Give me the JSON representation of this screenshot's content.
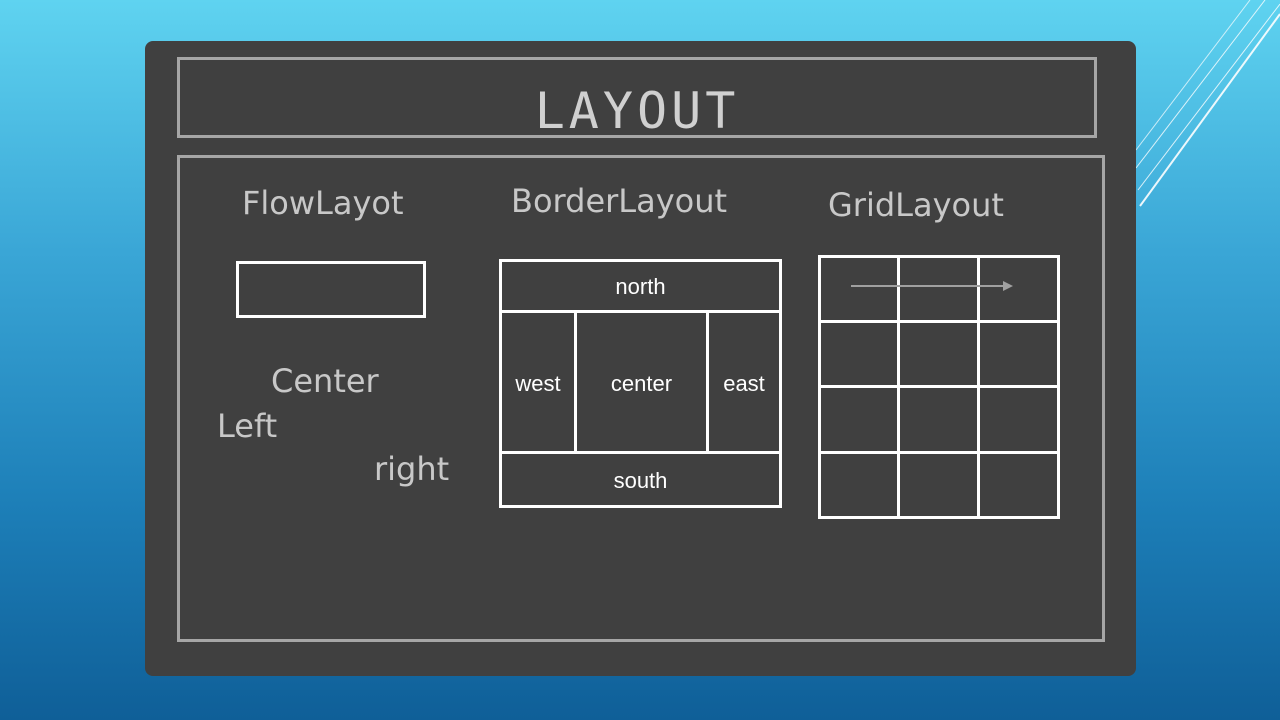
{
  "title": "LAYOUT",
  "flow": {
    "heading": "FlowLayot",
    "center_label": "Center",
    "left_label": "Left",
    "right_label": "right"
  },
  "border": {
    "heading": "BorderLayout",
    "north": "north",
    "west": "west",
    "center": "center",
    "east": "east",
    "south": "south"
  },
  "grid": {
    "heading": "GridLayout",
    "rows": 4,
    "cols": 3
  },
  "colors": {
    "board": "#404040",
    "frame": "#a6a6a6",
    "chalk_text": "#c8c8c8",
    "lines": "#ffffff",
    "arrow": "#a0a0a0"
  }
}
